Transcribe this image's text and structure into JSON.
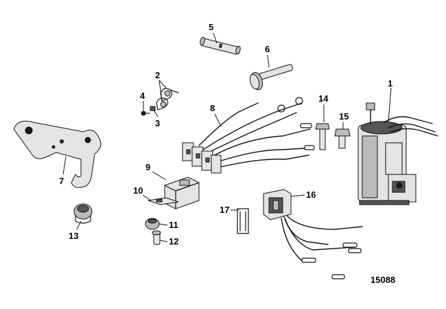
{
  "figure_number": "15088",
  "callouts": {
    "c1": "1",
    "c2": "2",
    "c3": "3",
    "c4": "4",
    "c5": "5",
    "c6": "6",
    "c7": "7",
    "c8": "8",
    "c9": "9",
    "c10": "10",
    "c11": "11",
    "c12": "12",
    "c13": "13",
    "c14": "14",
    "c15": "15",
    "c16": "16",
    "c17": "17"
  },
  "parts": [
    {
      "ref": "1",
      "icon": "tilt-trim-motor-icon"
    },
    {
      "ref": "2",
      "icon": "cable-clamp-icon"
    },
    {
      "ref": "3",
      "icon": "clamp-icon"
    },
    {
      "ref": "4",
      "icon": "screw-icon"
    },
    {
      "ref": "5",
      "icon": "pin-icon"
    },
    {
      "ref": "6",
      "icon": "bolt-icon"
    },
    {
      "ref": "7",
      "icon": "bracket-icon"
    },
    {
      "ref": "8",
      "icon": "wiring-harness-icon"
    },
    {
      "ref": "9",
      "icon": "relay-icon"
    },
    {
      "ref": "10",
      "icon": "relay-bracket-icon"
    },
    {
      "ref": "11",
      "icon": "grommet-icon"
    },
    {
      "ref": "12",
      "icon": "bushing-icon"
    },
    {
      "ref": "13",
      "icon": "plug-icon"
    },
    {
      "ref": "14",
      "icon": "screw-icon"
    },
    {
      "ref": "15",
      "icon": "screw-icon"
    },
    {
      "ref": "16",
      "icon": "trim-switch-icon"
    },
    {
      "ref": "17",
      "icon": "switch-clip-icon"
    }
  ]
}
